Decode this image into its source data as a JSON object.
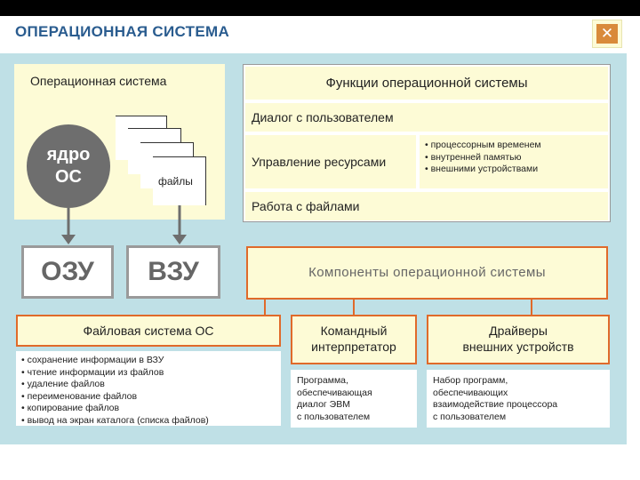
{
  "header": {
    "title": "ОПЕРАЦИОННАЯ СИСТЕМА",
    "close_icon": "close-icon",
    "close_glyph": "✕"
  },
  "os_panel": {
    "title": "Операционная система",
    "kernel_line1": "ядро",
    "kernel_line2": "ОС",
    "files_label": "файлы"
  },
  "memory": {
    "ozu": "ОЗУ",
    "vzu": "ВЗУ"
  },
  "functions": {
    "header": "Функции операционной системы",
    "dialog": "Диалог с пользователем",
    "resources": "Управление ресурсами",
    "resource_items": [
      "процессорным временем",
      "внутренней памятью",
      "внешними устройствами"
    ],
    "files": "Работа с файлами"
  },
  "components": {
    "title": "Компоненты операционной системы",
    "file_system": {
      "title": "Файловая система ОС",
      "items": [
        "сохранение информации в ВЗУ",
        "чтение информации из файлов",
        "удаление файлов",
        "переименование файлов",
        "копирование файлов",
        "вывод на экран каталога (списка файлов)"
      ]
    },
    "interpreter": {
      "title_line1": "Командный",
      "title_line2": "интерпретатор",
      "desc_lines": [
        "Программа,",
        "обеспечивающая",
        "диалог ЭВМ",
        "с пользователем"
      ]
    },
    "drivers": {
      "title_line1": "Драйверы",
      "title_line2": "внешних устройств",
      "desc_lines": [
        "Набор программ,",
        "обеспечивающих",
        "взаимодействие процессора",
        "с пользователем"
      ]
    }
  },
  "colors": {
    "title": "#2a5c8f",
    "background": "#bfe0e6",
    "panel": "#fdfbd6",
    "accent_orange": "#e06a2a",
    "kernel": "#6e6e6e",
    "arrow": "#6e6e6e"
  }
}
